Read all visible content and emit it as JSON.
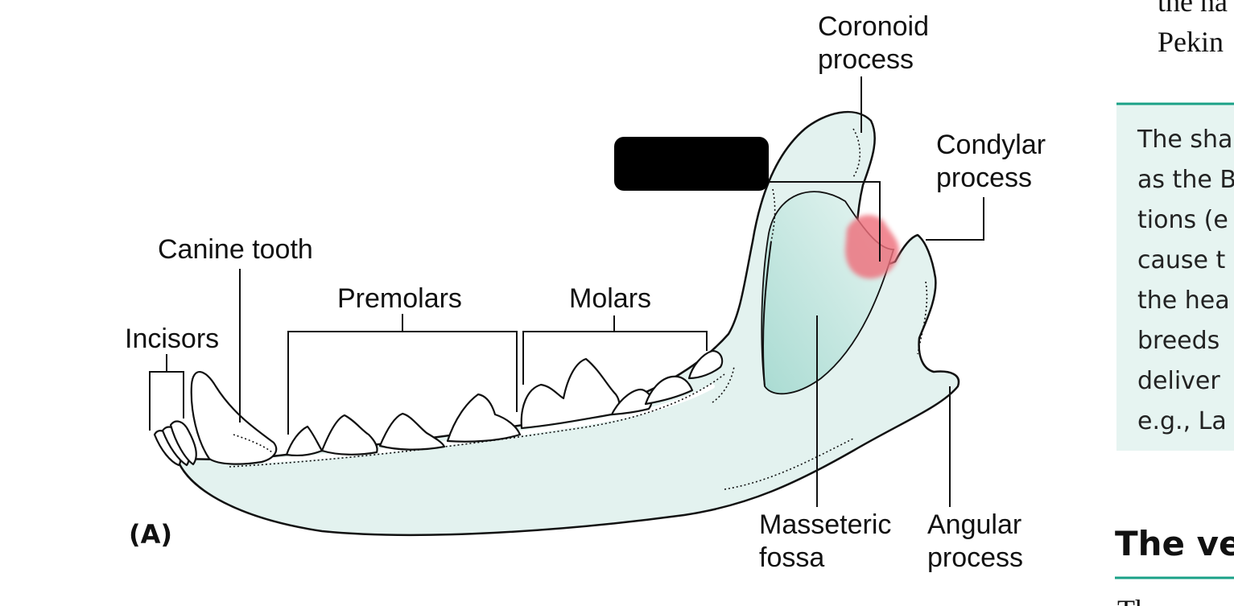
{
  "diagram": {
    "panel_label": "(A)",
    "labels": {
      "coronoid": [
        "Coronoid",
        "process"
      ],
      "condylar": [
        "Condylar",
        "process"
      ],
      "canine": "Canine tooth",
      "premolars": "Premolars",
      "molars": "Molars",
      "incisors": "Incisors",
      "masseteric": [
        "Masseteric",
        "fossa"
      ],
      "angular": [
        "Angular",
        "process"
      ]
    },
    "colors": {
      "bone_fill": "#e3f2ef",
      "fossa_fill": "#a9dbd2",
      "highlight": "#ee6f7c",
      "accent_rule": "#1aa187",
      "note_fill": "#e6f4f1",
      "redaction": "#000000"
    }
  },
  "side_text": {
    "top_lines": [
      "the na",
      "Pekin"
    ],
    "note_lines": [
      "The sha",
      "as the B",
      "tions (e",
      "cause t",
      "the hea",
      "breeds",
      "deliver",
      "e.g., La"
    ],
    "heading": "The ve",
    "bottom_fragment": "Th"
  }
}
